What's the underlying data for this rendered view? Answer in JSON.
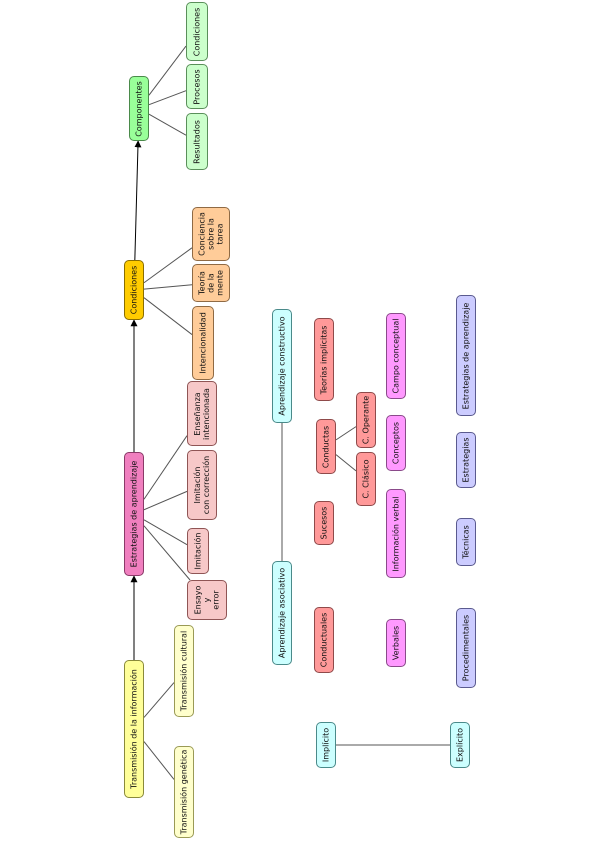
{
  "nodes": {
    "transmision_informacion": {
      "text": "Transmisión de la información",
      "color": "yellow"
    },
    "transmision_genetica": {
      "text": "Transmisión genética",
      "color": "yellow-soft"
    },
    "transmision_cultural": {
      "text": "Transmisión cultural",
      "color": "yellow-soft"
    },
    "estrategias_aprendizaje": {
      "text": "Estrategias de aprendizaje",
      "color": "pink"
    },
    "ensayo_error": {
      "text": "Ensayo\ny\nerror",
      "color": "pink-soft"
    },
    "imitacion": {
      "text": "Imitación",
      "color": "pink-soft"
    },
    "imitacion_correccion": {
      "text": "Imitación\ncon corrección",
      "color": "pink-soft"
    },
    "ensenanza_intencionada": {
      "text": "Enseñanza\nintencionada",
      "color": "pink-soft"
    },
    "condiciones": {
      "text": "Condiciones",
      "color": "gold"
    },
    "intencionalidad": {
      "text": "Intencionalidad",
      "color": "orange"
    },
    "teoria_mente": {
      "text": "Teoría\nde la\nmente",
      "color": "orange"
    },
    "conciencia_tarea": {
      "text": "Conciencia\nsobre la\ntarea",
      "color": "orange"
    },
    "componentes": {
      "text": "Componentes",
      "color": "green"
    },
    "resultados": {
      "text": "Resultados",
      "color": "green-soft"
    },
    "procesos": {
      "text": "Procesos",
      "color": "green-soft"
    },
    "condiciones_comp": {
      "text": "Condiciones",
      "color": "green-soft"
    },
    "aprendizaje_asociativo": {
      "text": "Aprendizaje asociativo",
      "color": "cyan"
    },
    "aprendizaje_constructivo": {
      "text": "Aprendizaje constructivo",
      "color": "cyan"
    },
    "conductuales": {
      "text": "Conductuales",
      "color": "salmon"
    },
    "sucesos": {
      "text": "Sucesos",
      "color": "salmon"
    },
    "conductas": {
      "text": "Conductas",
      "color": "salmon"
    },
    "c_clasico": {
      "text": "C. Clásico",
      "color": "salmon"
    },
    "c_operante": {
      "text": "C. Operante",
      "color": "salmon"
    },
    "teorias_implicitas": {
      "text": "Teorías implícitas",
      "color": "salmon"
    },
    "verbales": {
      "text": "Verbales",
      "color": "violet"
    },
    "informacion_verbal": {
      "text": "Información verbal",
      "color": "violet"
    },
    "conceptos": {
      "text": "Conceptos",
      "color": "violet"
    },
    "campo_conceptual": {
      "text": "Campo conceptual",
      "color": "violet"
    },
    "procedimentales": {
      "text": "Procedimentales",
      "color": "lavender"
    },
    "tecnicas": {
      "text": "Técnicas",
      "color": "lavender"
    },
    "estrategias": {
      "text": "Estrategias",
      "color": "lavender"
    },
    "estrategias_de_aprendizaje_2": {
      "text": "Estrategias de aprendizaje",
      "color": "lavender"
    },
    "implicito": {
      "text": "Implícito",
      "color": "cyan"
    },
    "explicito": {
      "text": "Explícito",
      "color": "cyan"
    }
  },
  "edges": [
    {
      "from": "transmision_informacion",
      "to": "transmision_genetica",
      "arrow": false
    },
    {
      "from": "transmision_informacion",
      "to": "transmision_cultural",
      "arrow": false
    },
    {
      "from": "transmision_informacion",
      "to": "estrategias_aprendizaje",
      "arrow": true
    },
    {
      "from": "estrategias_aprendizaje",
      "to": "ensayo_error",
      "arrow": false
    },
    {
      "from": "estrategias_aprendizaje",
      "to": "imitacion",
      "arrow": false
    },
    {
      "from": "estrategias_aprendizaje",
      "to": "imitacion_correccion",
      "arrow": false
    },
    {
      "from": "estrategias_aprendizaje",
      "to": "ensenanza_intencionada",
      "arrow": false
    },
    {
      "from": "estrategias_aprendizaje",
      "to": "condiciones",
      "arrow": true
    },
    {
      "from": "condiciones",
      "to": "intencionalidad",
      "arrow": false
    },
    {
      "from": "condiciones",
      "to": "teoria_mente",
      "arrow": false
    },
    {
      "from": "condiciones",
      "to": "conciencia_tarea",
      "arrow": false
    },
    {
      "from": "condiciones",
      "to": "componentes",
      "arrow": true
    },
    {
      "from": "componentes",
      "to": "resultados",
      "arrow": false
    },
    {
      "from": "componentes",
      "to": "procesos",
      "arrow": false
    },
    {
      "from": "componentes",
      "to": "condiciones_comp",
      "arrow": false
    },
    {
      "from": "aprendizaje_asociativo",
      "to": "aprendizaje_constructivo",
      "arrow": false
    },
    {
      "from": "conductas",
      "to": "c_clasico",
      "arrow": false
    },
    {
      "from": "conductas",
      "to": "c_operante",
      "arrow": false
    },
    {
      "from": "implicito",
      "to": "explicito",
      "arrow": false
    }
  ],
  "colors": {
    "edge": "#555555"
  }
}
